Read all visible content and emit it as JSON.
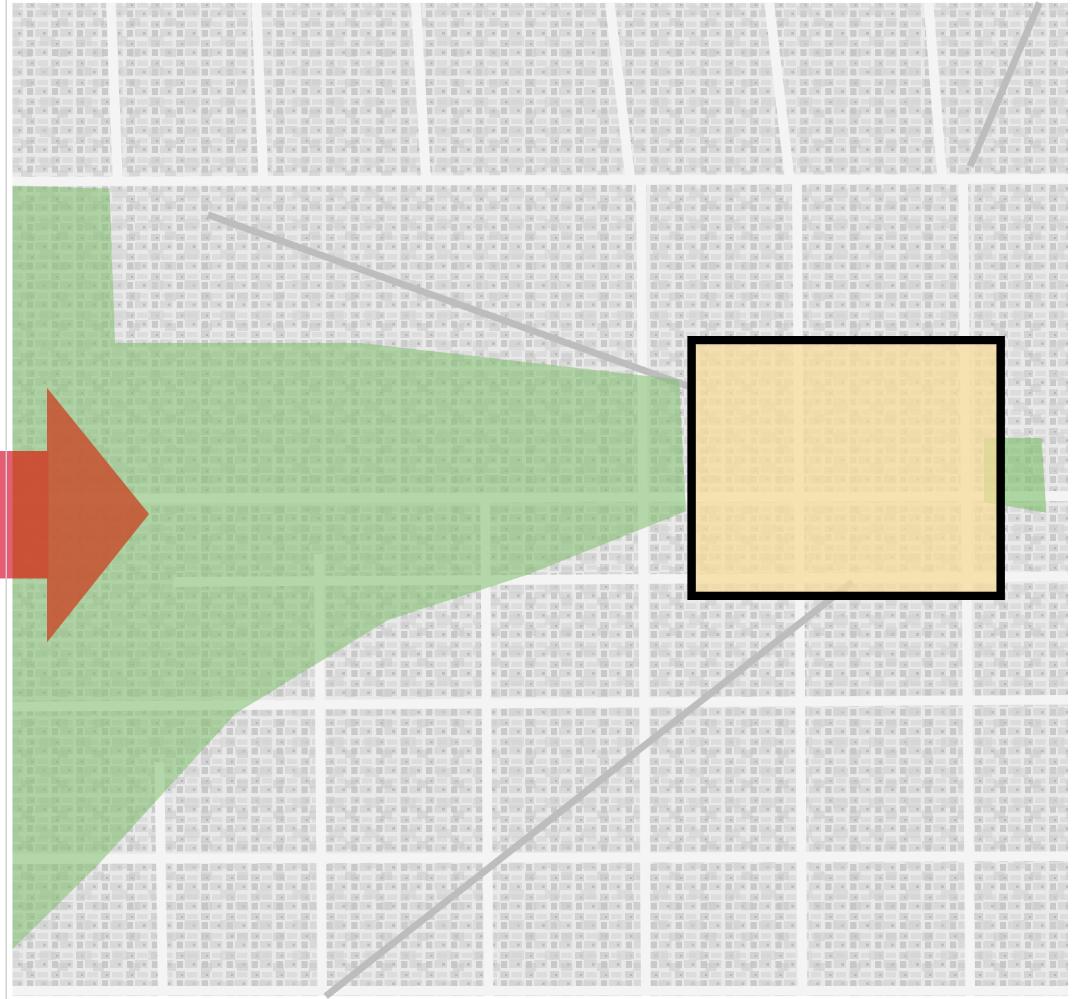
{
  "map": {
    "type": "aerial-site-analysis-diagram",
    "base_layer": "grayscale-satellite-city-grid",
    "overlays": [
      {
        "name": "green-space",
        "color": "#7dbf6a"
      },
      {
        "name": "study-area",
        "color": "#f6dc9a",
        "outline_color": "#000000"
      },
      {
        "name": "flow-arrow",
        "color": "#c8502f",
        "tail_color": "#e0415a",
        "direction": "right"
      }
    ]
  }
}
